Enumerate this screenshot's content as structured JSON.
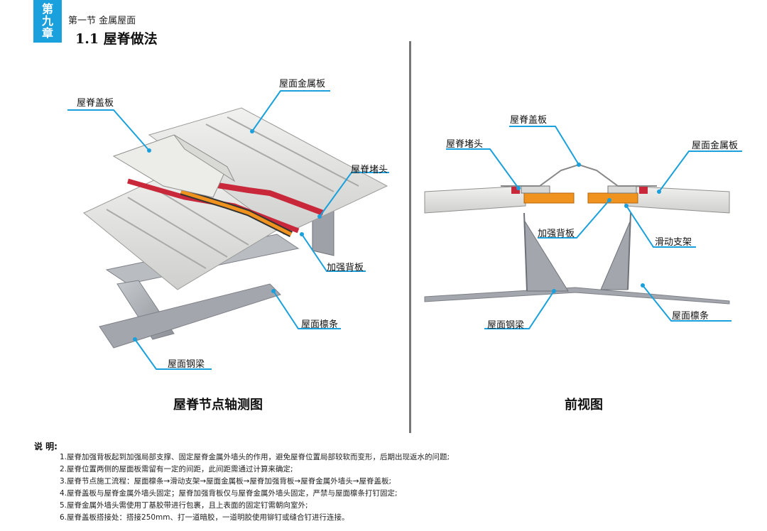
{
  "header": {
    "chapter_chars": [
      "第",
      "九",
      "章"
    ],
    "section": "第一节 金属屋面",
    "title": "1.1 屋脊做法"
  },
  "left_diagram": {
    "caption": "屋脊节点轴测图",
    "labels": {
      "ridge_cover": "屋脊盖板",
      "roof_metal_panel": "屋面金属板",
      "ridge_end_cap": "屋脊堵头",
      "reinforcing_back_plate": "加强背板",
      "purlin": "屋面檩条",
      "steel_beam": "屋面钢梁"
    }
  },
  "right_diagram": {
    "caption": "前视图",
    "labels": {
      "ridge_cover": "屋脊盖板",
      "ridge_end_cap": "屋脊堵头",
      "roof_metal_panel": "屋面金属板",
      "reinforcing_back_plate": "加强背板",
      "sliding_bracket": "滑动支架",
      "steel_beam": "屋面钢梁",
      "purlin": "屋面檩条"
    }
  },
  "notes": {
    "title": "说 明:",
    "items": [
      "1.屋脊加强背板起到加强局部支撑、固定屋脊金属外墙头的作用，避免屋脊位置局部较软而变形，后期出现返水的问题;",
      "2.屋脊位置两侧的屋面板需留有一定的间距，此间距需通过计算来确定;",
      "3.屋脊节点施工流程：屋面檩条→滑动支架→屋面金属板→屋脊加强背板→屋脊金属外墙头→屋脊盖板;",
      "4.屋脊盖板与屋脊金属外墙头固定；屋脊加强背板仅与屋脊金属外墙头固定，严禁与屋面檩条打钉固定;",
      "5.屋脊金属外墙头需使用丁基胶带进行包裹，且上表面的固定钉需朝向室外;",
      "6.屋脊盖板搭接处：搭接250mm、打一道暗胶，一道明胶使用铆钉或缝合钉进行连接。"
    ]
  },
  "colors": {
    "accent": "#1aa0dc",
    "leader": "#1aa0dc",
    "panel": "#e6e6e3",
    "sealant": "#c8283a",
    "backplate": "#f0921e",
    "steel": "#a9adb3"
  }
}
